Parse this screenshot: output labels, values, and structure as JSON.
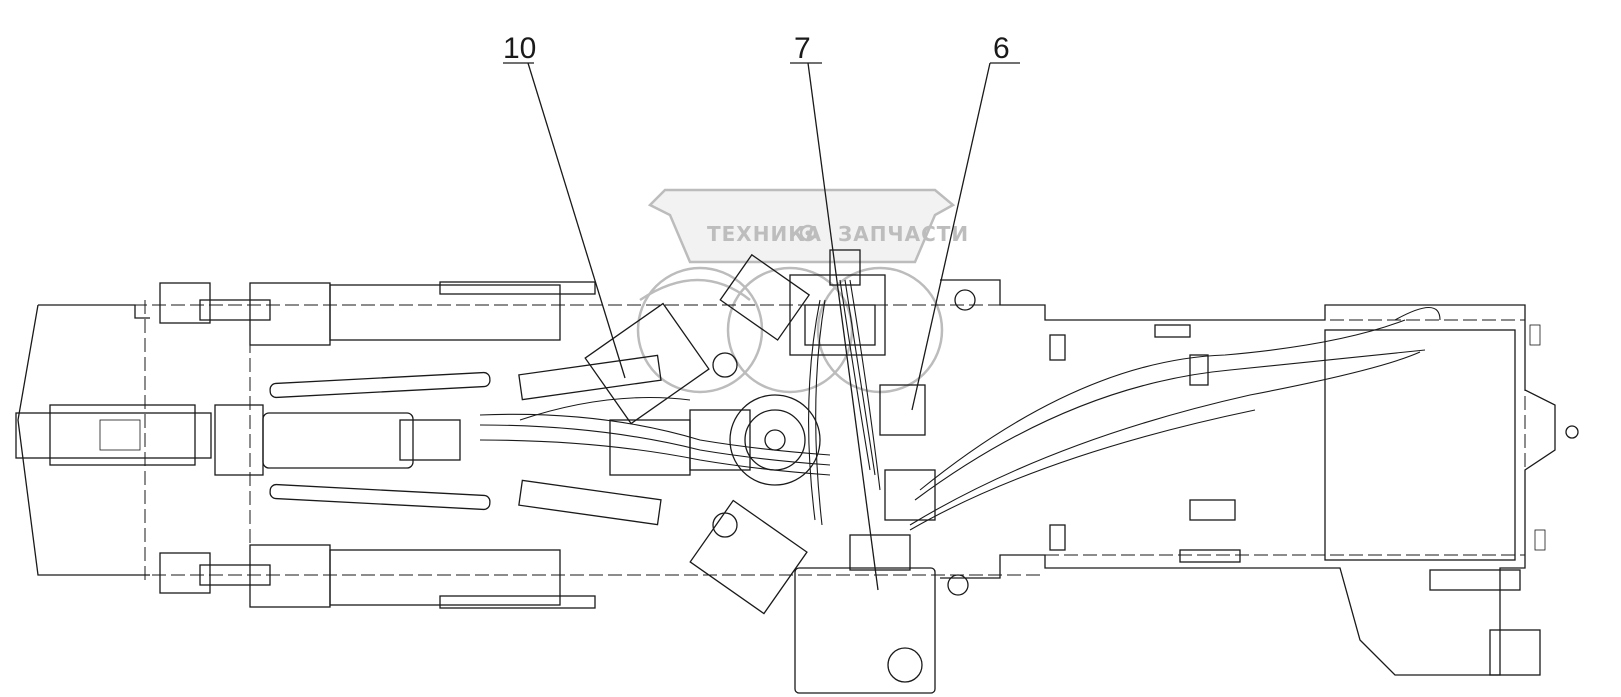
{
  "callouts": [
    {
      "id": "10",
      "label": "10"
    },
    {
      "id": "7",
      "label": "7"
    },
    {
      "id": "6",
      "label": "6"
    }
  ],
  "watermark": {
    "left_text": "ТЕХНИКА",
    "right_text": "ЗАПЧАСТИ",
    "gear_icon": "gear-icon",
    "color": "#bdbdbd"
  },
  "colors": {
    "line": "#1a1a1a",
    "background": "#ffffff"
  }
}
